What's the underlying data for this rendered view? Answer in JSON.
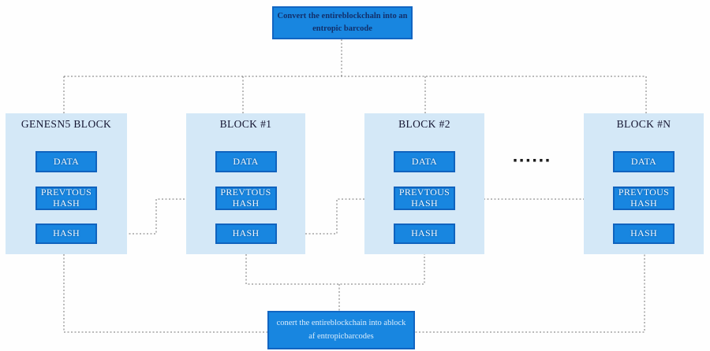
{
  "diagram": {
    "top_box_text": "Convert the entireblockchaln into an\nentropic barcode",
    "bottom_box_text": "conert the entireblockchain into ablock\naf entropicbarcodes",
    "ellipsis": "······",
    "blocks": [
      {
        "title": "GENESN5 BLOCK",
        "boxes": [
          "DATA",
          "PREVTOUS HASH",
          "HASH"
        ]
      },
      {
        "title": "BLOCK #1",
        "boxes": [
          "DATA",
          "PREVTOUS HASH",
          "HASH"
        ]
      },
      {
        "title": "BLOCK #2",
        "boxes": [
          "DATA",
          "PREVTOUS HASH",
          "HASH"
        ]
      },
      {
        "title": "BLOCK #N",
        "boxes": [
          "DATA",
          "PREVTOUS HASH",
          "HASH"
        ]
      }
    ],
    "colors": {
      "block_background": "#d4e8f7",
      "node_fill": "#1886e0",
      "node_border": "#1063be",
      "top_box_text_color": "#12306b",
      "bottom_box_text_color": "#d9ecfb",
      "connector": "#767676"
    }
  }
}
